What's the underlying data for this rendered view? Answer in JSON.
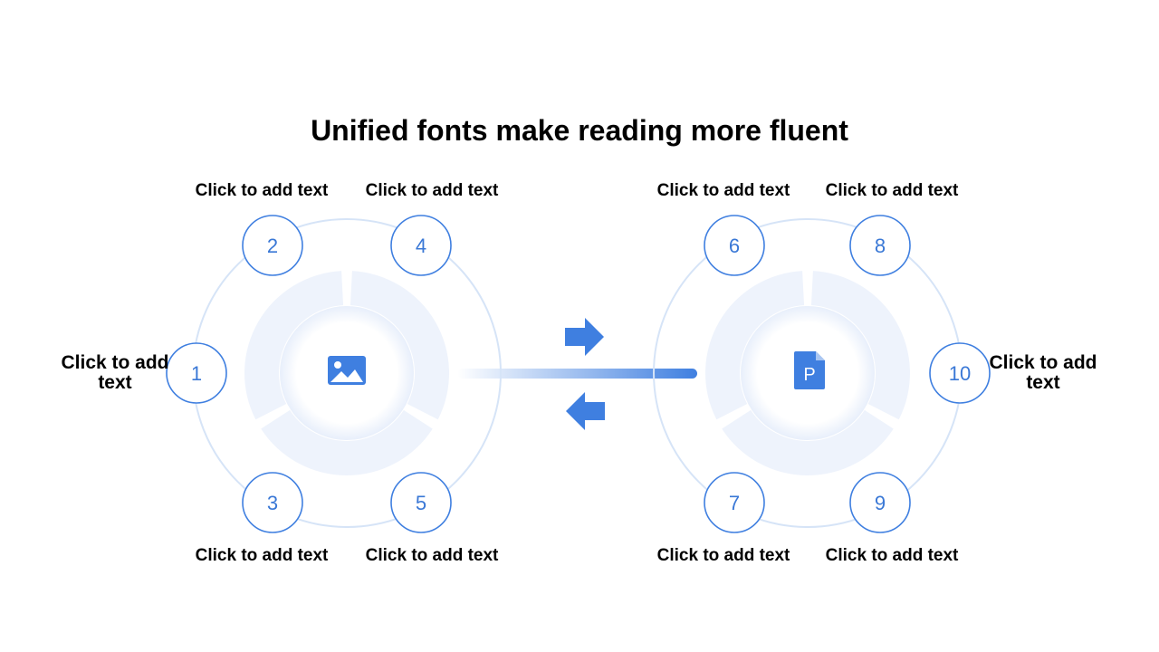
{
  "title": "Unified fonts make reading more fluent",
  "colors": {
    "accent": "#3f7fe0",
    "ring": "#d6e4f7",
    "donut": "#eef3fc",
    "circleStroke": "#3f7fe0",
    "text": "#000000"
  },
  "icons": {
    "left_center": "image-icon",
    "right_center": "ppt-file-icon",
    "forward": "arrow-right-icon",
    "back": "arrow-left-icon"
  },
  "left_group": {
    "center_letter": "",
    "nodes": [
      {
        "num": "1",
        "label": "Click to add text"
      },
      {
        "num": "2",
        "label": "Click to add text"
      },
      {
        "num": "3",
        "label": "Click to add text"
      },
      {
        "num": "4",
        "label": "Click to add text"
      },
      {
        "num": "5",
        "label": "Click to add text"
      }
    ]
  },
  "right_group": {
    "center_letter": "P",
    "nodes": [
      {
        "num": "6",
        "label": "Click to add text"
      },
      {
        "num": "7",
        "label": "Click to add text"
      },
      {
        "num": "8",
        "label": "Click to add text"
      },
      {
        "num": "9",
        "label": "Click to add text"
      },
      {
        "num": "10",
        "label": "Click to add text"
      }
    ]
  }
}
